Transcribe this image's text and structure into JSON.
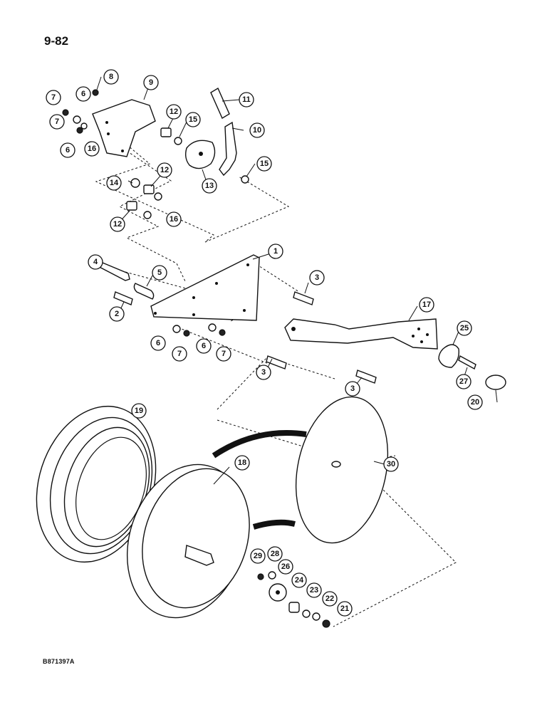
{
  "page": {
    "number": "9-82",
    "drawing_code": "B871397A"
  },
  "callouts": [
    "1",
    "2",
    "3",
    "3",
    "3",
    "4",
    "5",
    "6",
    "6",
    "6",
    "6",
    "7",
    "7",
    "7",
    "7",
    "8",
    "9",
    "10",
    "11",
    "12",
    "12",
    "12",
    "13",
    "14",
    "15",
    "15",
    "16",
    "16",
    "17",
    "18",
    "19",
    "20",
    "21",
    "22",
    "23",
    "24",
    "25",
    "26",
    "27",
    "28",
    "29",
    "30"
  ],
  "parts": {
    "frame_plate": "frame-plate",
    "arm": "depth-arm",
    "wheels": [
      "gauge-wheel-tire",
      "gauge-wheel-rim"
    ],
    "disc": "opener-disc"
  }
}
